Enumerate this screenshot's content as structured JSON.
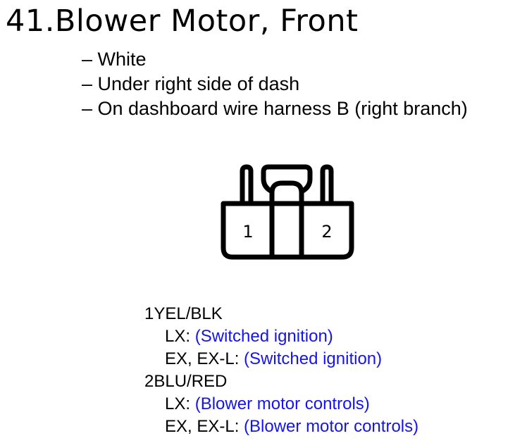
{
  "title": "41.Blower Motor, Front",
  "details": [
    "– White",
    "– Under right side of dash",
    "– On dashboard wire harness B (right branch)"
  ],
  "connector": {
    "terminals": [
      "1",
      "2"
    ],
    "outline_color": "#000000"
  },
  "pins": [
    {
      "number": "1",
      "wire": "YEL/BLK",
      "circuits": [
        {
          "model": "LX:",
          "function": "(Switched ignition)"
        },
        {
          "model": "EX, EX-L:",
          "function": "(Switched ignition)"
        }
      ]
    },
    {
      "number": "2",
      "wire": "BLU/RED",
      "circuits": [
        {
          "model": "LX:",
          "function": "(Blower motor controls)"
        },
        {
          "model": "EX, EX-L:",
          "function": "(Blower motor controls)"
        }
      ]
    }
  ],
  "colors": {
    "text": "#000000",
    "function_text": "#1414ee",
    "background": "#ffffff"
  }
}
